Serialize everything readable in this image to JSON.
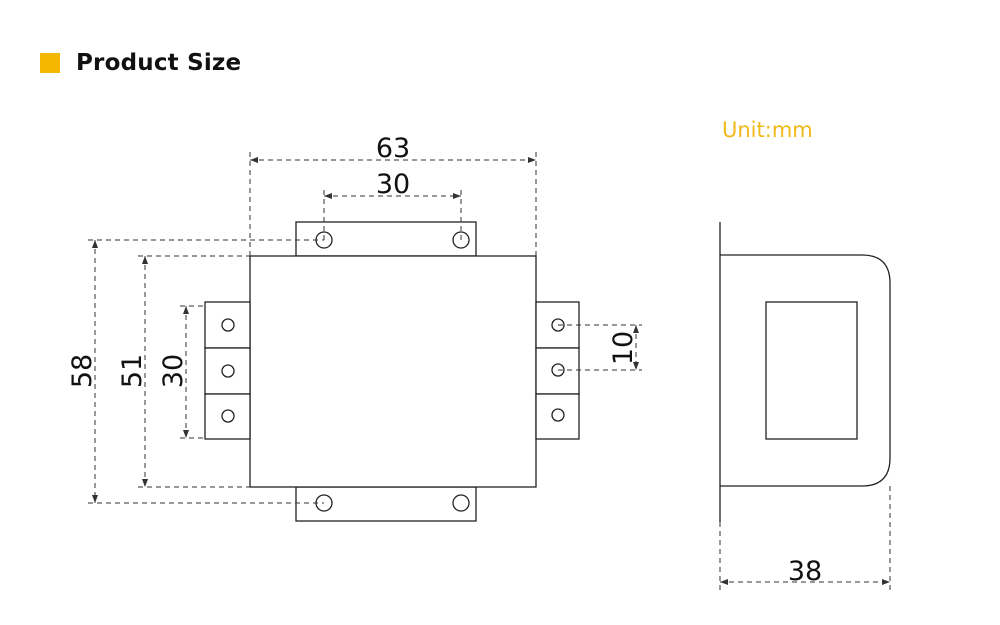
{
  "header": {
    "title": "Product Size",
    "accent_color": "#f5b800"
  },
  "unit_label": "Unit:mm",
  "unit_color": "#f0b818",
  "dimensions": {
    "overall_width": "63",
    "top_hole_spacing": "30",
    "mounting_height": "58",
    "body_height": "51",
    "terminal_span": "30",
    "terminal_pitch": "10",
    "depth": "38"
  }
}
